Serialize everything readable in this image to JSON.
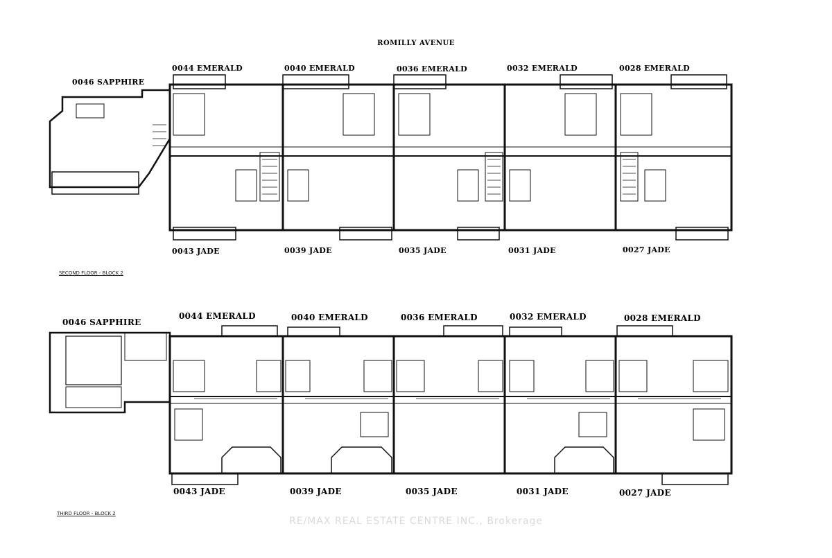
{
  "street": "ROMILLY AVENUE",
  "second_floor": {
    "caption": "SECOND FLOOR - BLOCK 2",
    "sapphire": "0046 SAPPHIRE",
    "emerald": [
      "0044 EMERALD",
      "0040 EMERALD",
      "0036 EMERALD",
      "0032 EMERALD",
      "0028 EMERALD"
    ],
    "jade": [
      "0043 JADE",
      "0039 JADE",
      "0035 JADE",
      "0031 JADE",
      "0027 JADE"
    ]
  },
  "third_floor": {
    "caption": "THIRD FLOOR - BLOCK 2",
    "sapphire": "0046 SAPPHIRE",
    "emerald": [
      "0044 EMERALD",
      "0040 EMERALD",
      "0036 EMERALD",
      "0032 EMERALD",
      "0028 EMERALD"
    ],
    "jade": [
      "0043 JADE",
      "0039 JADE",
      "0035 JADE",
      "0031 JADE",
      "0027 JADE"
    ]
  },
  "watermark": "RE/MAX REAL ESTATE CENTRE INC., Brokerage"
}
